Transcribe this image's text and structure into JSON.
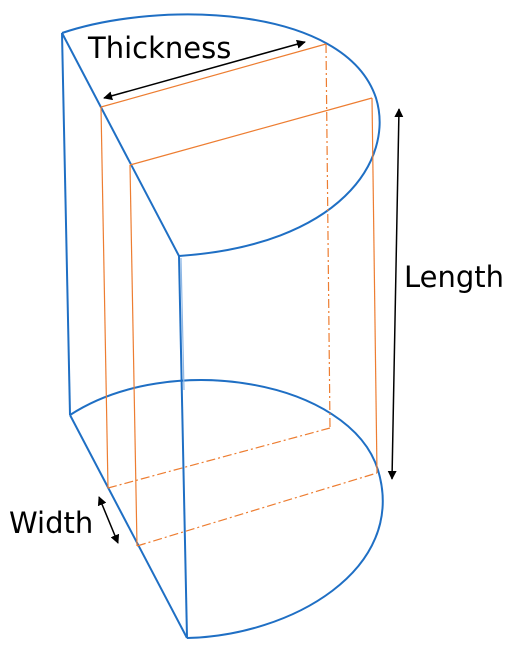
{
  "labels": {
    "thickness": "Thickness",
    "length": "Length",
    "width": "Width"
  },
  "colors": {
    "outline": "#1f6fc4",
    "cut": "#ed7d31",
    "arrow": "#000000"
  }
}
